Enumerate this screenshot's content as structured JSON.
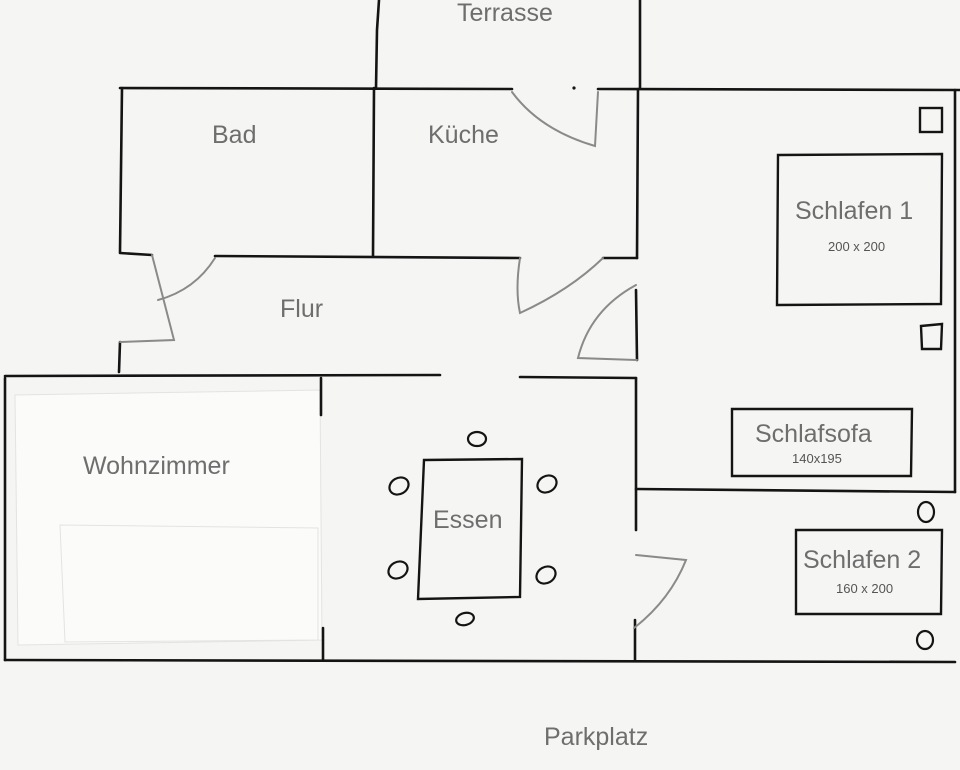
{
  "labels": {
    "terrasse": "Terrasse",
    "bad": "Bad",
    "kueche": "Küche",
    "flur": "Flur",
    "schlafen1": "Schlafen 1",
    "schlafen1_size": "200 x 200",
    "schlafsofa": "Schlafsofa",
    "schlafsofa_size": "140x195",
    "wohnzimmer": "Wohnzimmer",
    "essen": "Essen",
    "schlafen2": "Schlafen 2",
    "schlafen2_size": "160 x 200",
    "parkplatz": "Parkplatz"
  },
  "colors": {
    "wall": "#141414",
    "door_arc": "#8a8a8a",
    "label_text": "#6e6e6e",
    "paper": "#f5f5f3"
  }
}
